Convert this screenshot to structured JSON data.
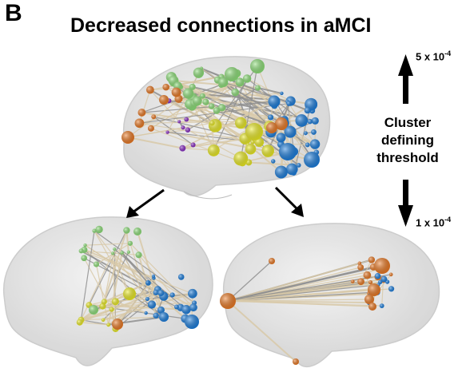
{
  "panel_label": "B",
  "title": "Decreased connections in aMCI",
  "scale": {
    "top_value": "5 x 10",
    "top_exp": "-4",
    "bottom_value": "1 x 10",
    "bottom_exp": "-4",
    "caption_lines": [
      "Cluster",
      "defining",
      "threshold"
    ]
  },
  "colors": {
    "green": "#8fe37a",
    "blue": "#1b7fe0",
    "orange": "#ee7a22",
    "yellow": "#eeee22",
    "purple": "#8a2bc7",
    "edge": "#d8c9a8",
    "edge_dark": "#8f8f8f",
    "brain": "#d9d9d9"
  }
}
